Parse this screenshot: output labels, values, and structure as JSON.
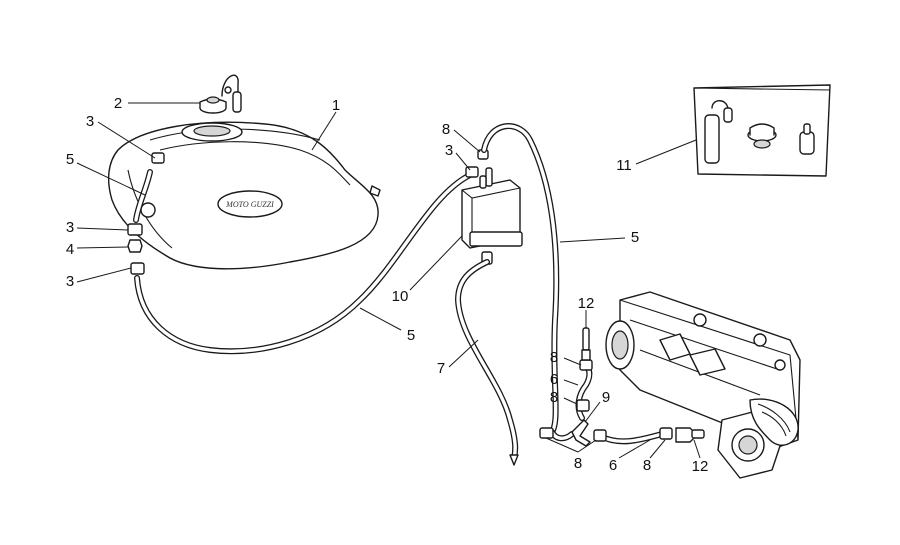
{
  "logo": {
    "text": "MOTO GUZZI"
  },
  "callouts": [
    "1",
    "2",
    "3",
    "5",
    "3",
    "4",
    "3",
    "8",
    "3",
    "10",
    "5",
    "7",
    "5",
    "12",
    "8",
    "6",
    "8",
    "9",
    "8",
    "6",
    "8",
    "12",
    "11"
  ]
}
